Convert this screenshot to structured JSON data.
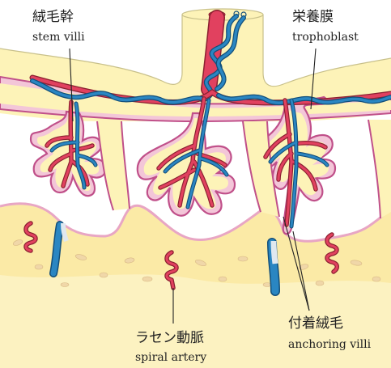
{
  "labels": {
    "stem_villi": {
      "ja": "絨毛幹",
      "en": "stem villi"
    },
    "trophoblast": {
      "ja": "栄養膜",
      "en": "trophoblast"
    },
    "spiral_artery": {
      "ja": "ラセン動脈",
      "en": "spiral artery"
    },
    "anchoring_villi": {
      "ja": "付着絨毛",
      "en": "anchoring villi"
    }
  },
  "colors": {
    "artery": "#e1415f",
    "vein": "#2a86c2",
    "villus_membrane": "#c0508a",
    "stroma": "#fdf3b8",
    "decidua": "#fbeaa6"
  }
}
